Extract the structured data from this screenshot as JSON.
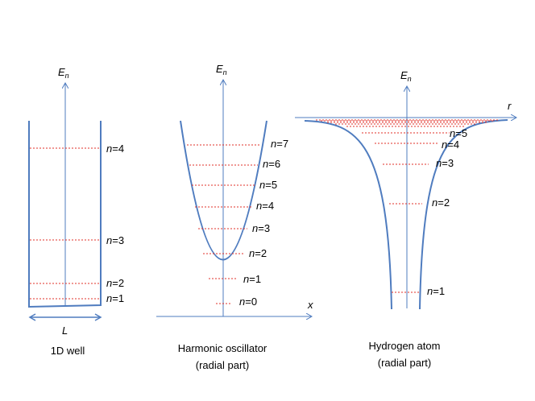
{
  "panels": [
    {
      "id": "well",
      "axis_label": "E",
      "axis_sub": "n",
      "caption": [
        "1D well"
      ],
      "width_label": "L",
      "levels": [
        {
          "var": "n",
          "text": "=1"
        },
        {
          "var": "n",
          "text": "=2"
        },
        {
          "var": "n",
          "text": "=3"
        },
        {
          "var": "n",
          "text": "=4"
        }
      ]
    },
    {
      "id": "harmonic",
      "axis_label": "E",
      "axis_sub": "n",
      "x_label": "x",
      "caption": [
        "Harmonic oscillator",
        "(radial part)"
      ],
      "levels": [
        {
          "var": "n",
          "text": "=0"
        },
        {
          "var": "n",
          "text": "=1"
        },
        {
          "var": "n",
          "text": "=2"
        },
        {
          "var": "n",
          "text": "=3"
        },
        {
          "var": "n",
          "text": "=4"
        },
        {
          "var": "n",
          "text": "=5"
        },
        {
          "var": "n",
          "text": "=6"
        },
        {
          "var": "n",
          "text": "=7"
        }
      ]
    },
    {
      "id": "hydrogen",
      "axis_label": "E",
      "axis_sub": "n",
      "r_label": "r",
      "caption": [
        "Hydrogen atom",
        "(radial part)"
      ],
      "levels": [
        {
          "var": "n",
          "text": "=1"
        },
        {
          "var": "n",
          "text": "=2"
        },
        {
          "var": "n",
          "text": "=3"
        },
        {
          "var": "n",
          "text": "=4"
        },
        {
          "var": "n",
          "text": "=5"
        }
      ]
    }
  ],
  "colors": {
    "curve": "#4f7cbf",
    "axis": "#4f7cbf",
    "level": "#e0302a",
    "text": "#000000"
  }
}
